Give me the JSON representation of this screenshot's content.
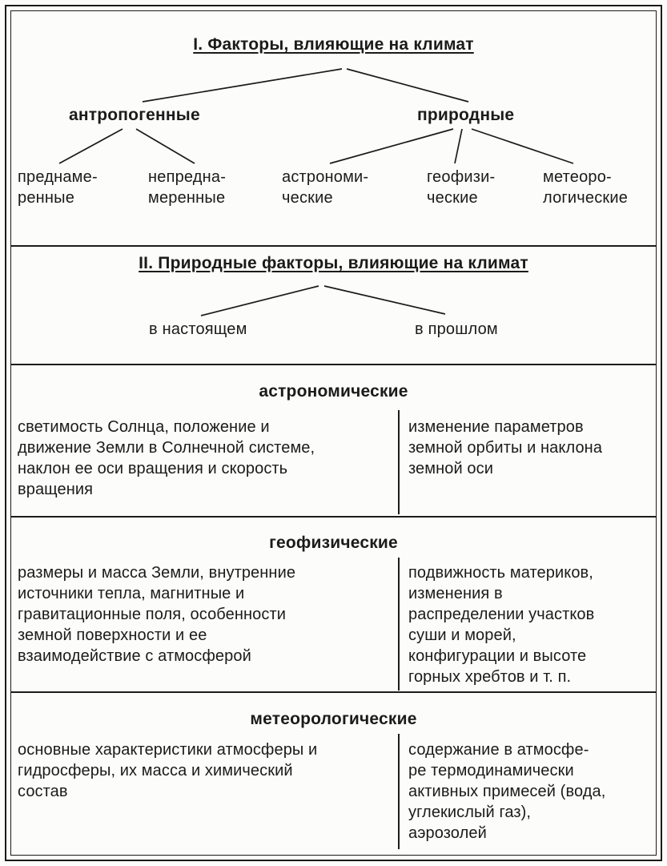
{
  "colors": {
    "ink": "#1b1b1b",
    "paper": "#fcfcfa"
  },
  "section1": {
    "title": "I. Факторы, влияющие на климат",
    "branches": [
      "антропогенные",
      "природные"
    ],
    "leaves": [
      "преднаме-\nренные",
      "непредна-\nмеренные",
      "астрономи-\nческие",
      "геофизи-\nческие",
      "метеоро-\nлогические"
    ]
  },
  "section2": {
    "title": "II. Природные факторы, влияющие на климат",
    "leaves": [
      "в настоящем",
      "в прошлом"
    ]
  },
  "tables": [
    {
      "header": "астрономические",
      "left": "светимость Солнца, положение и\nдвижение Земли в Солнечной системе,\nнаклон ее оси вращения и скорость\nвращения",
      "right": "изменение параметров\nземной орбиты и наклона\nземной оси"
    },
    {
      "header": "геофизические",
      "left": "размеры и масса Земли, внутренние\nисточники тепла, магнитные и\nгравитационные поля, особенности\nземной поверхности и ее\nвзаимодействие с атмосферой",
      "right": "подвижность материков,\nизменения в\nраспределении участков\nсуши и морей,\nконфигурации и высоте\nгорных хребтов и т. п."
    },
    {
      "header": "метеорологические",
      "left": "основные характеристики атмосферы и\nгидросферы, их масса и химический\nсостав",
      "right": "содержание в атмосфе-\nре термодинамически\nактивных примесей (вода,\nуглекислый газ),\nаэрозолей"
    }
  ]
}
